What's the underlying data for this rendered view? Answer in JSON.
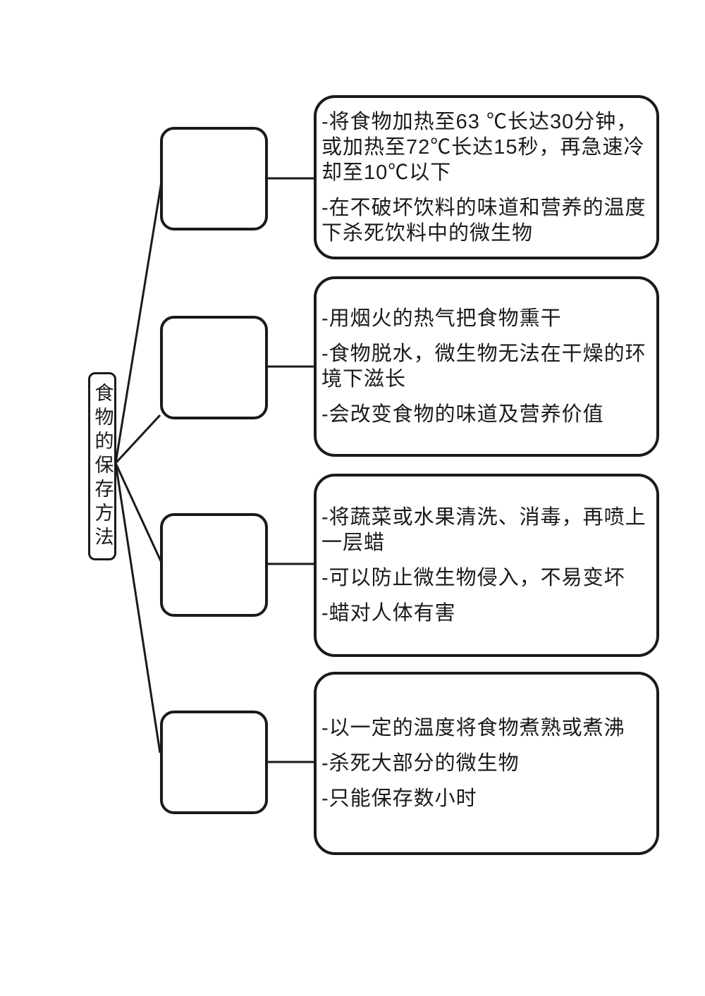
{
  "colors": {
    "ink": "#1a1a1a",
    "background": "#ffffff"
  },
  "diagram": {
    "title": "食物的保存方法",
    "branches": [
      {
        "method": "",
        "details": [
          "-将食物加热至63 ℃长达30分钟，或加热至72℃长达15秒，再急速冷却至10℃以下",
          "-在不破坏饮料的味道和营养的温度下杀死饮料中的微生物"
        ]
      },
      {
        "method": "",
        "details": [
          "-用烟火的热气把食物熏干",
          "-食物脱水，微生物无法在干燥的环境下滋长",
          "-会改变食物的味道及营养价值"
        ]
      },
      {
        "method": "",
        "details": [
          "-将蔬菜或水果清洗、消毒，再喷上一层蜡",
          "-可以防止微生物侵入，不易变坏",
          "-蜡对人体有害"
        ]
      },
      {
        "method": "",
        "details": [
          "-以一定的温度将食物煮熟或煮沸",
          "-杀死大部分的微生物",
          "-只能保存数小时"
        ]
      }
    ]
  }
}
